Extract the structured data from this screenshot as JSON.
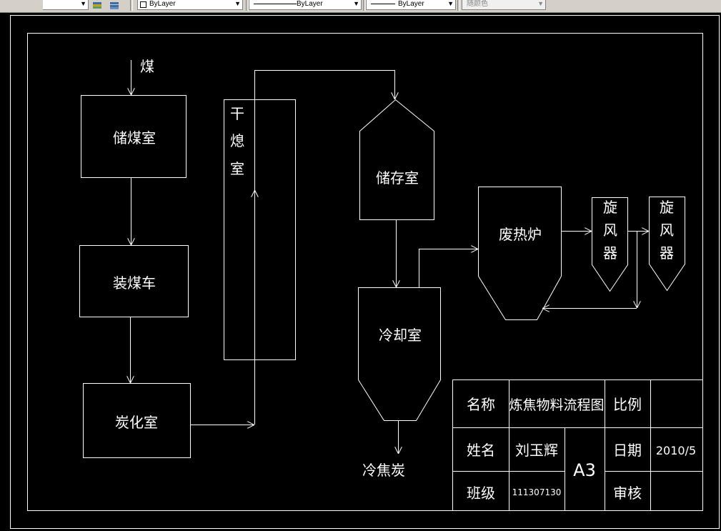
{
  "toolbar": {
    "layer_dropdown_arrow": "▼",
    "color_value": "ByLayer",
    "linetype_value": "ByLayer",
    "lineweight_value": "ByLayer",
    "plotstyle_value": "随颜色",
    "combo_arrow": "▼"
  },
  "diagram": {
    "line_color": "#ffffff",
    "background": "#000000",
    "labels": {
      "coal_input": "煤",
      "coal_storage": "储煤室",
      "loading_car": "装煤车",
      "carbonization": "炭化室",
      "dryer": [
        "干",
        "熄",
        "室"
      ],
      "storage": "储存室",
      "cooling": "冷却室",
      "cold_coke": "冷焦炭",
      "waste_heat_boiler": "废热炉",
      "cyclone1": [
        "旋",
        "风",
        "器"
      ],
      "cyclone2": [
        "旋",
        "风",
        "器"
      ]
    }
  },
  "title_block": {
    "name_label": "名称",
    "name_value": "炼焦物料流程图",
    "scale_label": "比例",
    "scale_value": "",
    "person_label": "姓名",
    "person_value": "刘玉辉",
    "sheet_size": "A3",
    "date_label": "日期",
    "date_value": "2010/5",
    "class_label": "班级",
    "class_value": "111307130",
    "review_label": "审核",
    "review_value": ""
  }
}
